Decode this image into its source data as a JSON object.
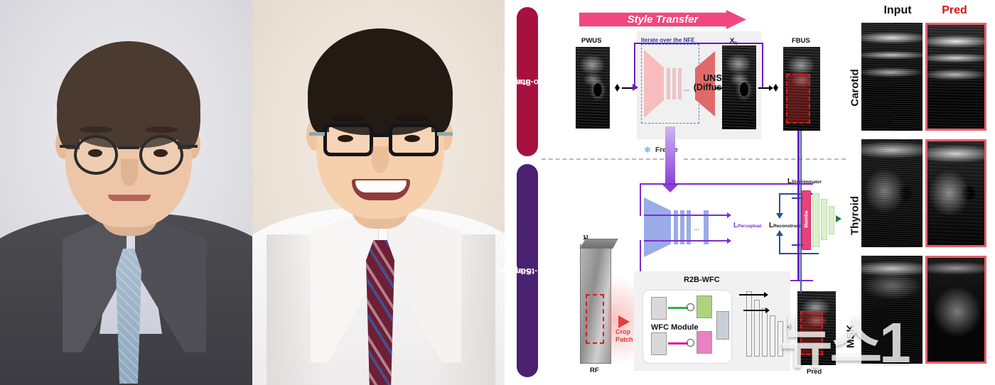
{
  "portraits": [
    {
      "name": "portrait-left",
      "attire": "dark gray suit",
      "tie": "light blue patterned tie",
      "background": "#e2e2e6"
    },
    {
      "name": "portrait-right",
      "attire": "white lab coat",
      "tie": "burgundy striped tie",
      "background": "#ece5dd"
    }
  ],
  "diagram": {
    "step1": {
      "line1": "Step 1.",
      "line2": "Image-to-Image",
      "color": "#a7113f"
    },
    "step2": {
      "line1": "Step 2.",
      "line2": "RF Signal-to-Image",
      "color": "#4a2070"
    },
    "style_transfer_banner": "Style Transfer",
    "labels": {
      "pwus": "PWUS",
      "xn": "X",
      "xn_sub": "N",
      "fbus": "FBUS",
      "iterate": "Iterate over the NFE",
      "unsb_line1": "UNSB",
      "unsb_line2": "(Diffusion)",
      "freeze": "Freeze",
      "rf": "RF",
      "crop_line1": "Crop",
      "crop_line2": "Patch",
      "r2b_wfc": "R2B-WFC",
      "wfc_module": "WFC Module",
      "pred": "Pred",
      "rf_count": "11",
      "ellipsis": "...",
      "mamba": "Mamba"
    },
    "losses": [
      {
        "name": "perceptual",
        "symbol": "L",
        "subscript": "Perceptual",
        "color": "#7a2ecf"
      },
      {
        "name": "reconstruction",
        "symbol": "L",
        "subscript": "Reconstruction",
        "color": "#111111"
      },
      {
        "name": "discriminator",
        "symbol": "L",
        "subscript": "Discriminator",
        "color": "#111111"
      }
    ],
    "colors": {
      "style_arrow": "#f1477e",
      "loop_purple": "#6a18c7",
      "iterate_dashed_blue": "#5a7fd0",
      "red_dashed_box": "#e01b1b",
      "mamba_pink": "#e8407d",
      "blue_loss_line": "#2d4b9a"
    }
  },
  "results": {
    "columns": [
      {
        "label": "Input",
        "color": "#111111"
      },
      {
        "label": "Pred",
        "color": "#dd1111"
      }
    ],
    "rows": [
      {
        "label": "Carotid"
      },
      {
        "label": "Thyroid"
      },
      {
        "label": "MSK"
      }
    ]
  },
  "watermark": {
    "text": "뉴스1"
  }
}
